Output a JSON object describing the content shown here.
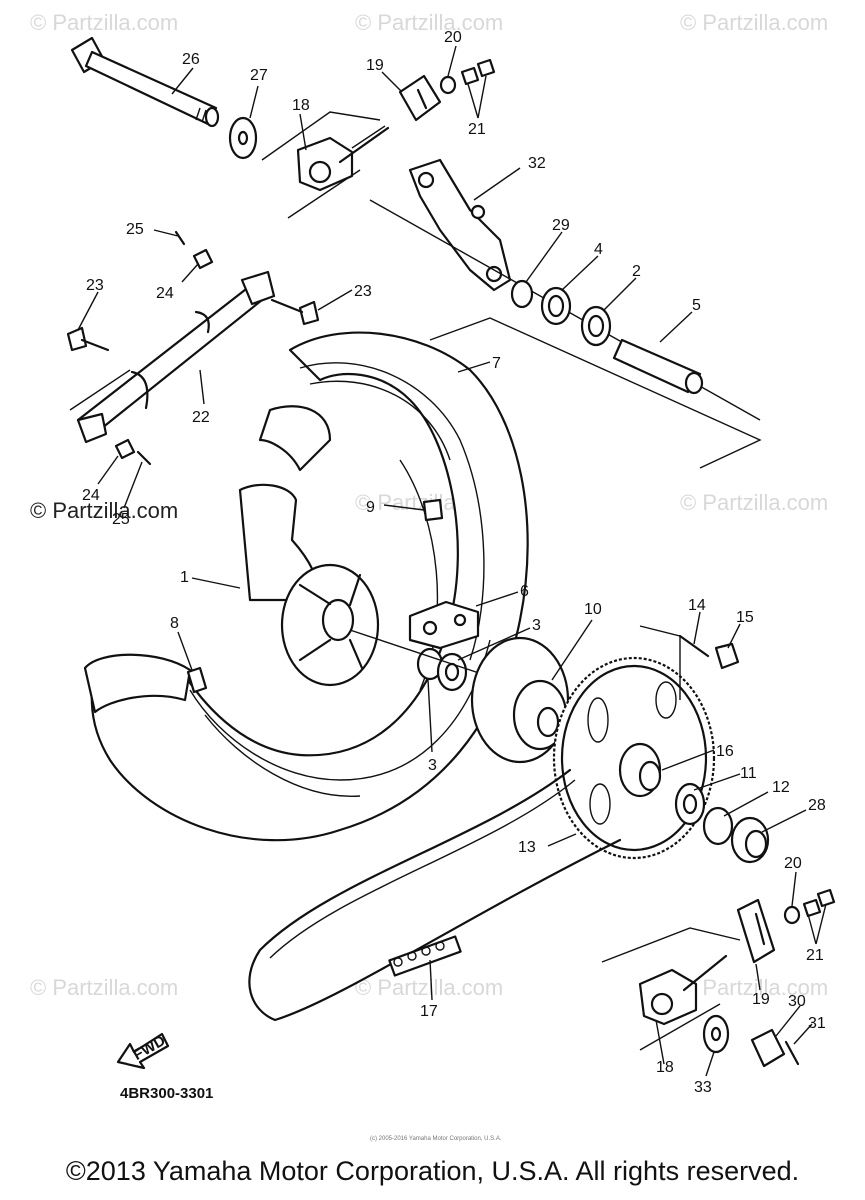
{
  "watermarks": {
    "faint": "© Partzilla.com",
    "dark": "© Partzilla.com"
  },
  "diagram_code": "4BR300-3301",
  "fwd_label": "FWD",
  "tiny_credit": "(c) 2005-2016 Yamaha Motor Corporation, U.S.A.",
  "copyright": "©2013 Yamaha Motor Corporation, U.S.A. All rights reserved.",
  "callouts": {
    "n1": "1",
    "n2": "2",
    "n3a": "3",
    "n3b": "3",
    "n4": "4",
    "n5": "5",
    "n6": "6",
    "n7": "7",
    "n8": "8",
    "n9": "9",
    "n10": "10",
    "n11": "11",
    "n12": "12",
    "n13": "13",
    "n14": "14",
    "n15": "15",
    "n16": "16",
    "n17": "17",
    "n18a": "18",
    "n18b": "18",
    "n19a": "19",
    "n19b": "19",
    "n20a": "20",
    "n20b": "20",
    "n21a": "21",
    "n21b": "21",
    "n22": "22",
    "n23a": "23",
    "n23b": "23",
    "n24a": "24",
    "n24b": "24",
    "n25a": "25",
    "n25b": "25",
    "n26": "26",
    "n27": "27",
    "n28": "28",
    "n29": "29",
    "n30": "30",
    "n31": "31",
    "n32": "32",
    "n33": "33"
  }
}
